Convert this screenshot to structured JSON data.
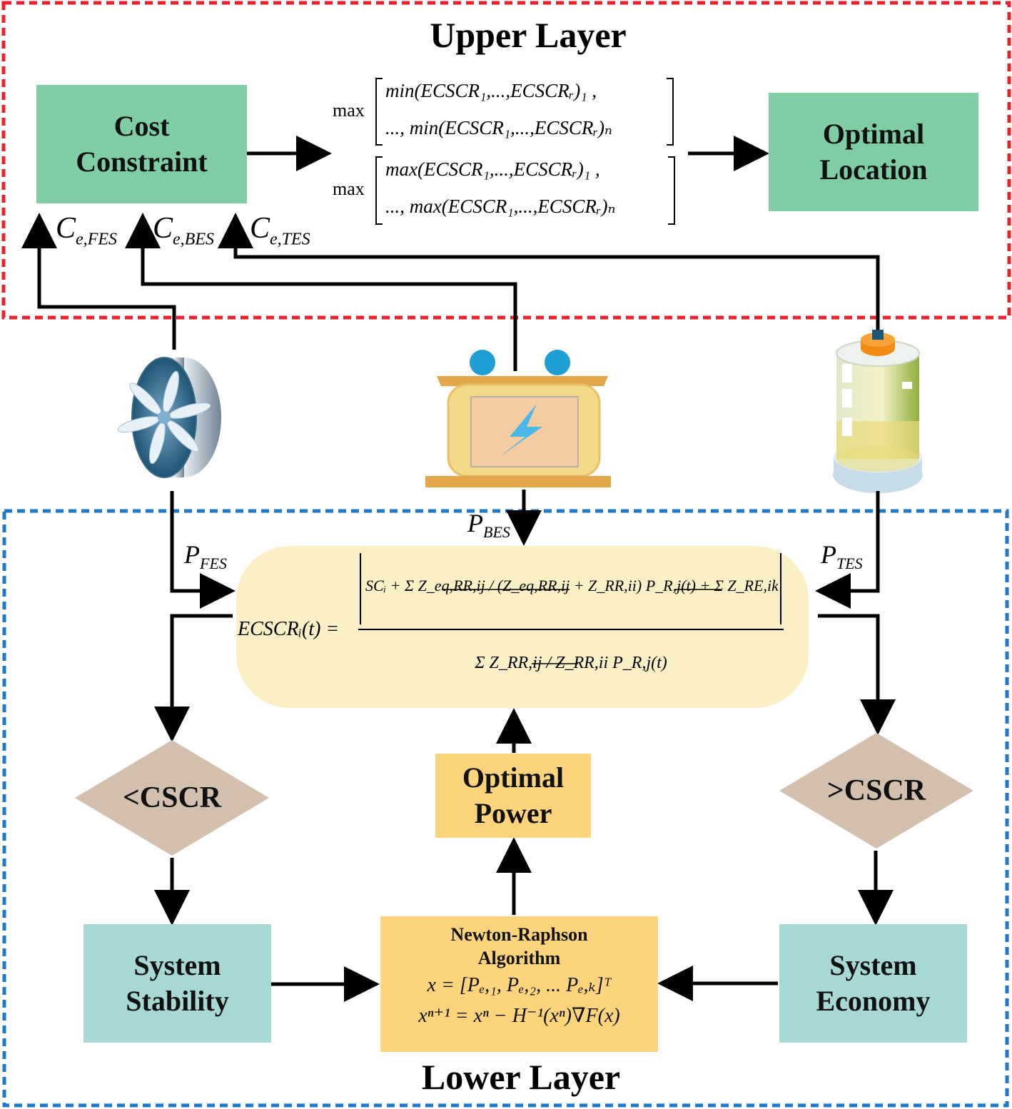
{
  "upper_layer": {
    "title": "Upper Layer",
    "cost_box": {
      "line1": "Cost",
      "line2": "Constraint"
    },
    "optimal_location": {
      "line1": "Optimal",
      "line2": "Location"
    },
    "objective": {
      "max_label": "max",
      "row1": "min(ECSCR₁,...,ECSCRᵣ)₁ ,",
      "row2": "..., min(ECSCR₁,...,ECSCRᵣ)ₙ",
      "row3": "max(ECSCR₁,...,ECSCRᵣ)₁ ,",
      "row4": "..., max(ECSCR₁,...,ECSCRᵣ)ₙ"
    },
    "cost_labels": {
      "fes": "C",
      "fes_sub": "e,FES",
      "bes": "C",
      "bes_sub": "e,BES",
      "tes": "C",
      "tes_sub": "e,TES"
    }
  },
  "lower_layer": {
    "title": "Lower Layer",
    "power_labels": {
      "fes": "P",
      "fes_sub": "FES",
      "bes": "P",
      "bes_sub": "BES",
      "tes": "P",
      "tes_sub": "TES"
    },
    "formula": {
      "lhs": "ECSCRᵢ(t) =",
      "numerator": "SCᵢ + Σ Z_eq,RR,ij / (Z_eq,RR,ij + Z_RR,ii) P_R,j(t) + Σ Z_RE,ik / Z_RR,ii P_E,k(t)",
      "denominator": "Σ Z_RR,ij / Z_RR,ii P_R,j(t)"
    },
    "lt_cscr": "<CSCR",
    "gt_cscr": ">CSCR",
    "optimal_power": {
      "line1": "Optimal",
      "line2": "Power"
    },
    "system_stability": {
      "line1": "System",
      "line2": "Stability"
    },
    "system_economy": {
      "line1": "System",
      "line2": "Economy"
    },
    "newton": {
      "line1": "Newton-Raphson",
      "line2": "Algorithm",
      "eq1": "x = [Pₑ,₁, Pₑ,₂, ... Pₑ,ₖ]ᵀ",
      "eq2": "xⁿ⁺¹ = xⁿ − H⁻¹(xⁿ)∇F(x)"
    }
  },
  "colors": {
    "upper_border": "#e8212a",
    "lower_border": "#1f78c8",
    "green": "#7fcda3",
    "teal": "#a8d8d6",
    "orange": "#fcd47c",
    "diamond": "#d2bfad",
    "formula_bg": "#fbefc6"
  },
  "icons": [
    "flywheel-icon",
    "battery-icon",
    "thermal-storage-icon"
  ]
}
